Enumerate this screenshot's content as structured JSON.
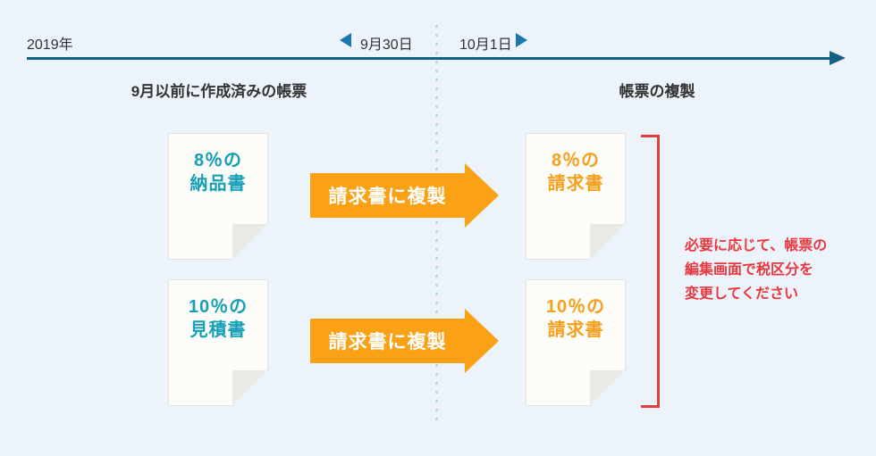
{
  "diagram": {
    "timeline": {
      "year": "2019年",
      "left_date": "9月30日",
      "right_date": "10月1日"
    },
    "headings": {
      "left": "9月以前に作成済みの帳票",
      "right": "帳票の複製"
    },
    "documents": [
      {
        "name": "delivery-slip-8pct",
        "line1": "8％の",
        "line2": "納品書",
        "color": "#169FB6"
      },
      {
        "name": "estimate-10pct",
        "line1": "10％の",
        "line2": "見積書",
        "color": "#169FB6"
      },
      {
        "name": "invoice-8pct",
        "line1": "8％の",
        "line2": "請求書",
        "color": "#F5A01E"
      },
      {
        "name": "invoice-10pct",
        "line1": "10％の",
        "line2": "請求書",
        "color": "#F5A01E"
      }
    ],
    "arrows": [
      {
        "label": "請求書に複製"
      },
      {
        "label": "請求書に複製"
      }
    ],
    "note": {
      "line1": "必要に応じて、帳票の",
      "line2": "編集画面で税区分を",
      "line3": "変更してください"
    },
    "icons": {
      "left_marker": "triangle-left-icon",
      "right_marker": "triangle-right-icon",
      "timeline_end": "arrow-right-icon",
      "document_corner": "folded-corner-icon"
    },
    "colors": {
      "background": "#EDF3FA",
      "timeline_line": "#14607F",
      "marker_blue": "#1878B0",
      "divider_dots": "#B3DEE4",
      "arrow_orange": "#FAA116",
      "teal_text": "#169FB6",
      "orange_text": "#F5A01E",
      "note_red": "#E8383E",
      "bracket_red": "#E23C41",
      "document_bg": "#FCFCF8",
      "fold_gray": "#E9E9E5",
      "heading_text": "#333333"
    }
  }
}
